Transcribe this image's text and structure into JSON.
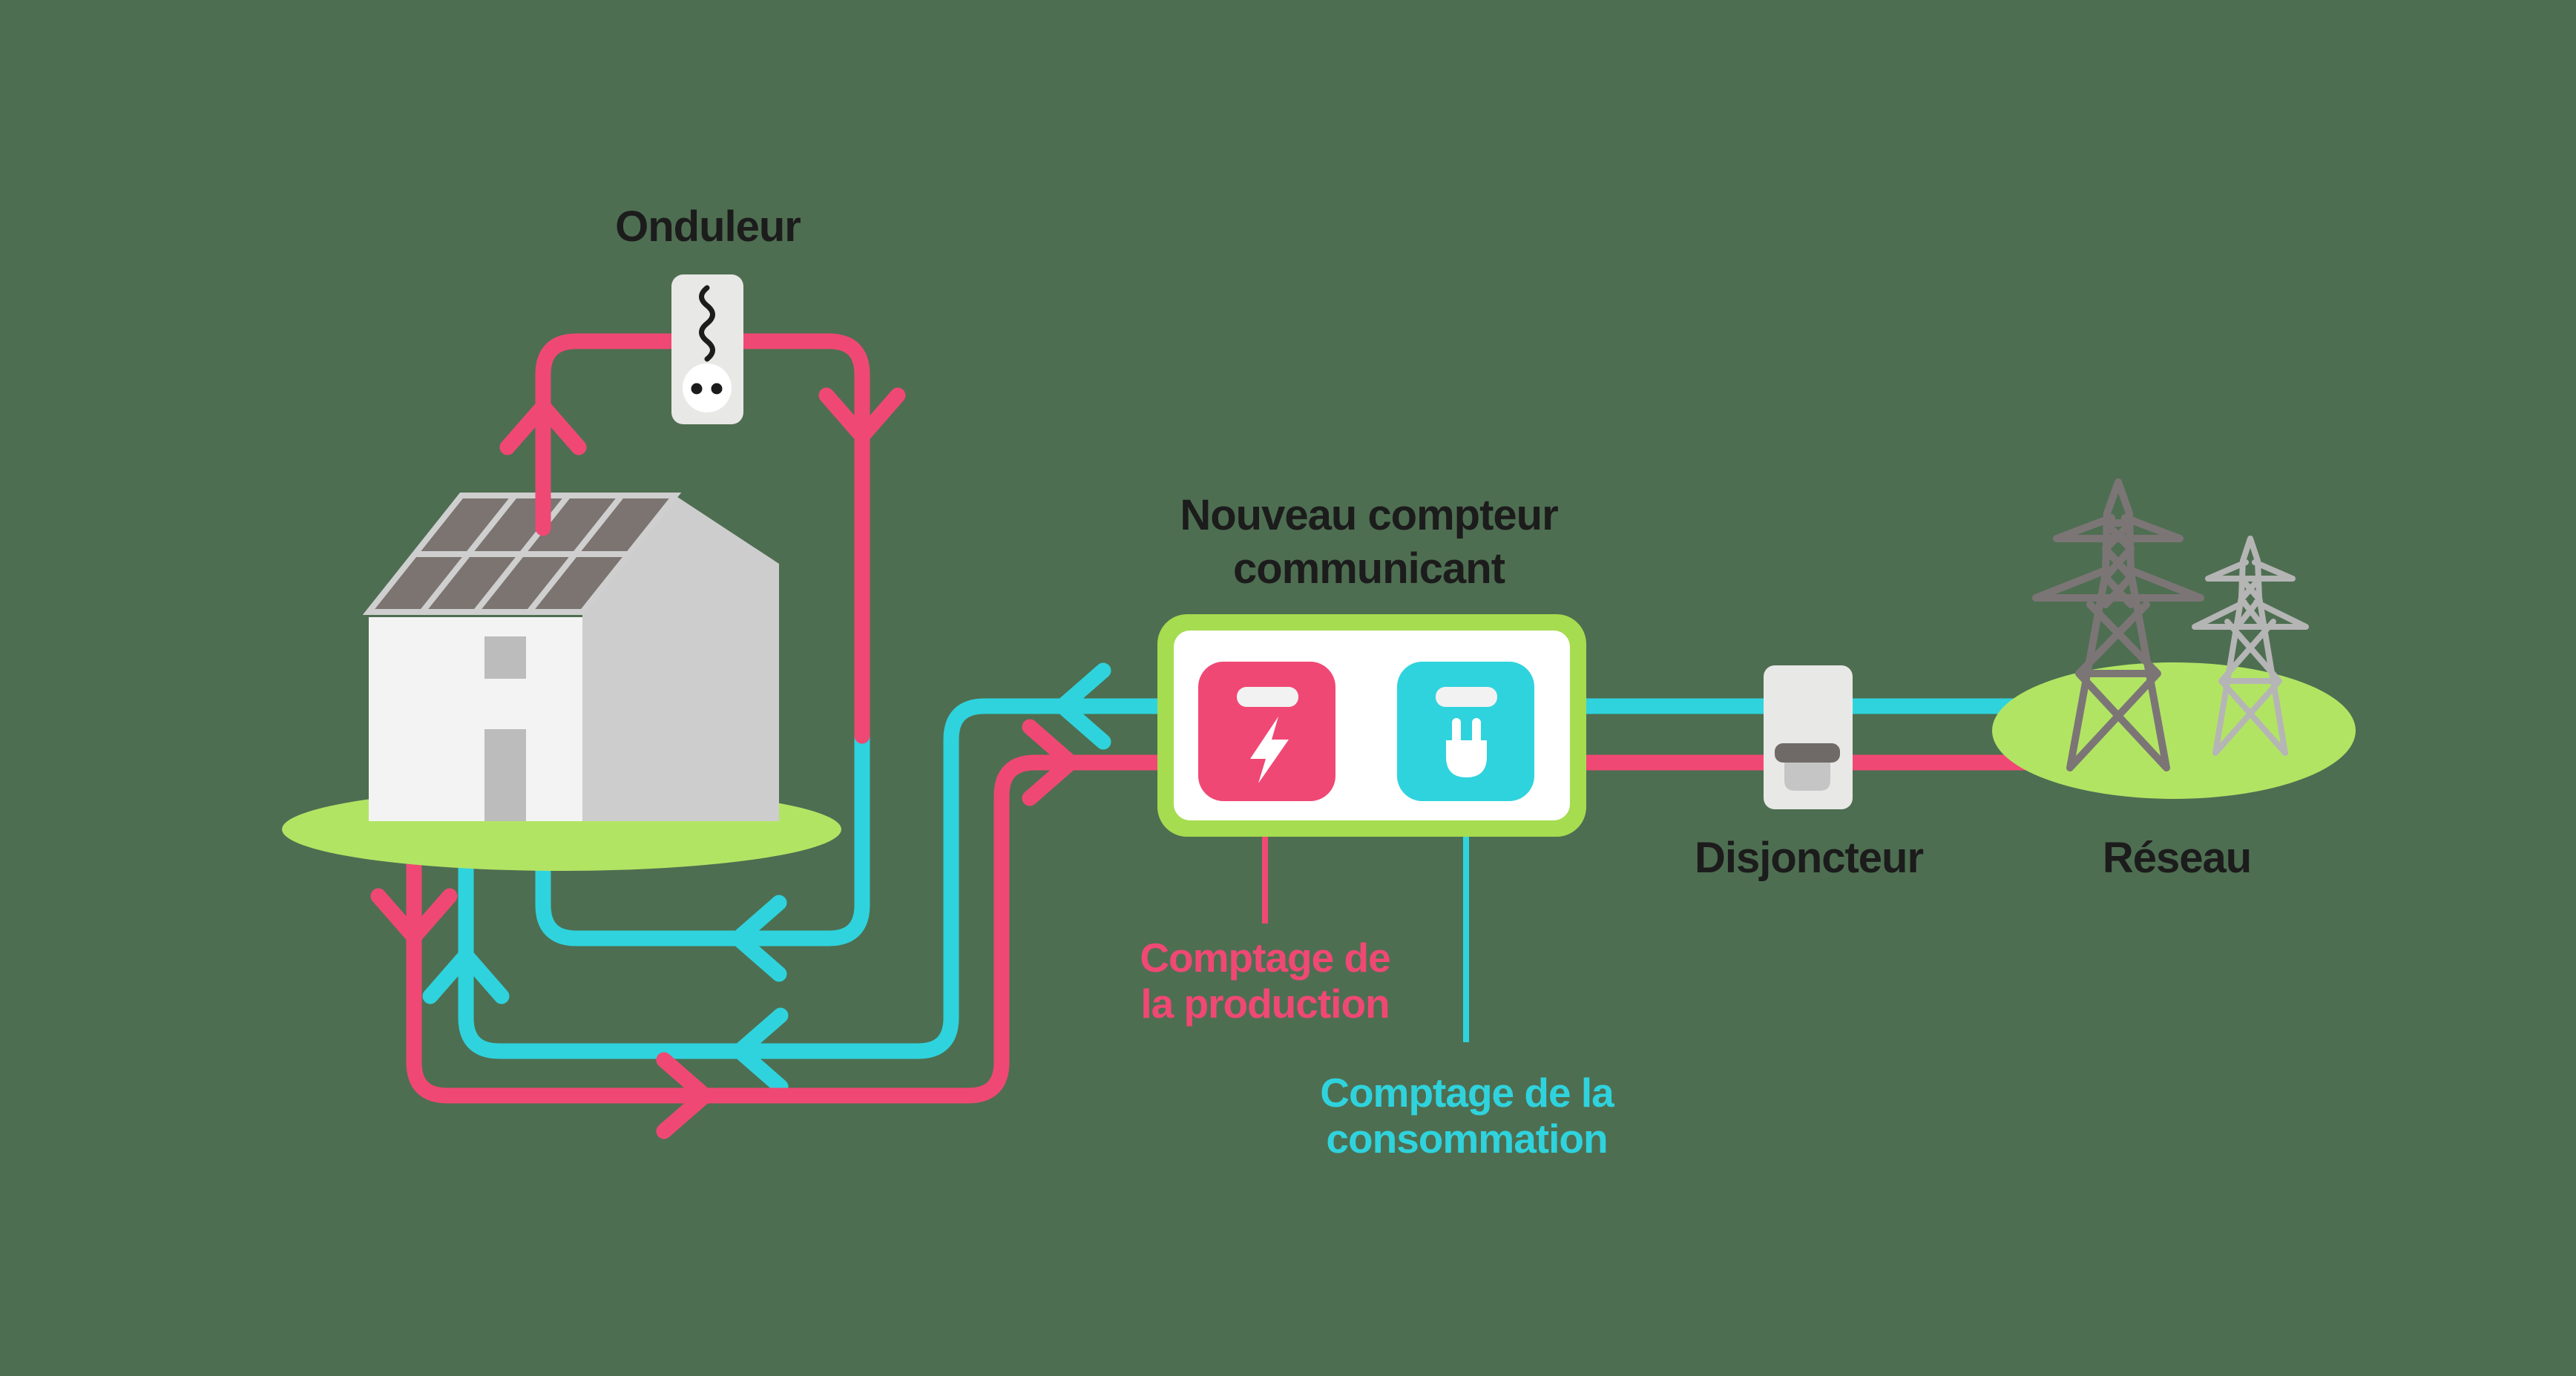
{
  "title": "Schéma installation solaire avec compteur communicant",
  "colors": {
    "background": "#4e6e51",
    "pink": "#f04874",
    "cyan": "#2fd3dd",
    "ground_green": "#b2e464",
    "meter_border_green": "#a6dc50",
    "white": "#ffffff",
    "house_front": "#f3f3f3",
    "house_side": "#cdcdcd",
    "panel_dark": "#7b7470",
    "panel_grid": "#cfcfcf",
    "window_door_gray": "#bcbcbc",
    "device_body_gray": "#e8e8e6",
    "breaker_bar_dark": "#6f6a68",
    "breaker_switch_gray": "#c5c5c5",
    "pylon_dark": "#7c7576",
    "pylon_light": "#b5b5b5",
    "text_black": "#1c1c1c"
  },
  "labels": {
    "onduleur": "Onduleur",
    "meter_title_line1": "Nouveau compteur",
    "meter_title_line2": "communicant",
    "production_label_line1": "Comptage de",
    "production_label_line2": "la production",
    "consumption_label_line1": "Comptage de la",
    "consumption_label_line2": "consommation",
    "breaker": "Disjoncteur",
    "grid": "Réseau"
  },
  "icons": {
    "inverter": "inverter-wave-socket-icon",
    "production_counter": "lightning-bolt-icon",
    "consumption_counter": "plug-icon",
    "breaker": "circuit-breaker-icon",
    "grid": "transmission-pylons-icon",
    "house": "house-with-solar-panels-icon"
  },
  "flows": {
    "production": {
      "color": "#f04874",
      "arrows": [
        "up-from-solar-panels",
        "down-right-of-house",
        "down-left-of-house",
        "right-along-bottom",
        "right-into-meter"
      ]
    },
    "consumption": {
      "color": "#2fd3dd",
      "arrows": [
        "left-out-of-meter",
        "left-along-bottom",
        "up-into-house",
        "left-from-inverter-drop"
      ]
    }
  }
}
